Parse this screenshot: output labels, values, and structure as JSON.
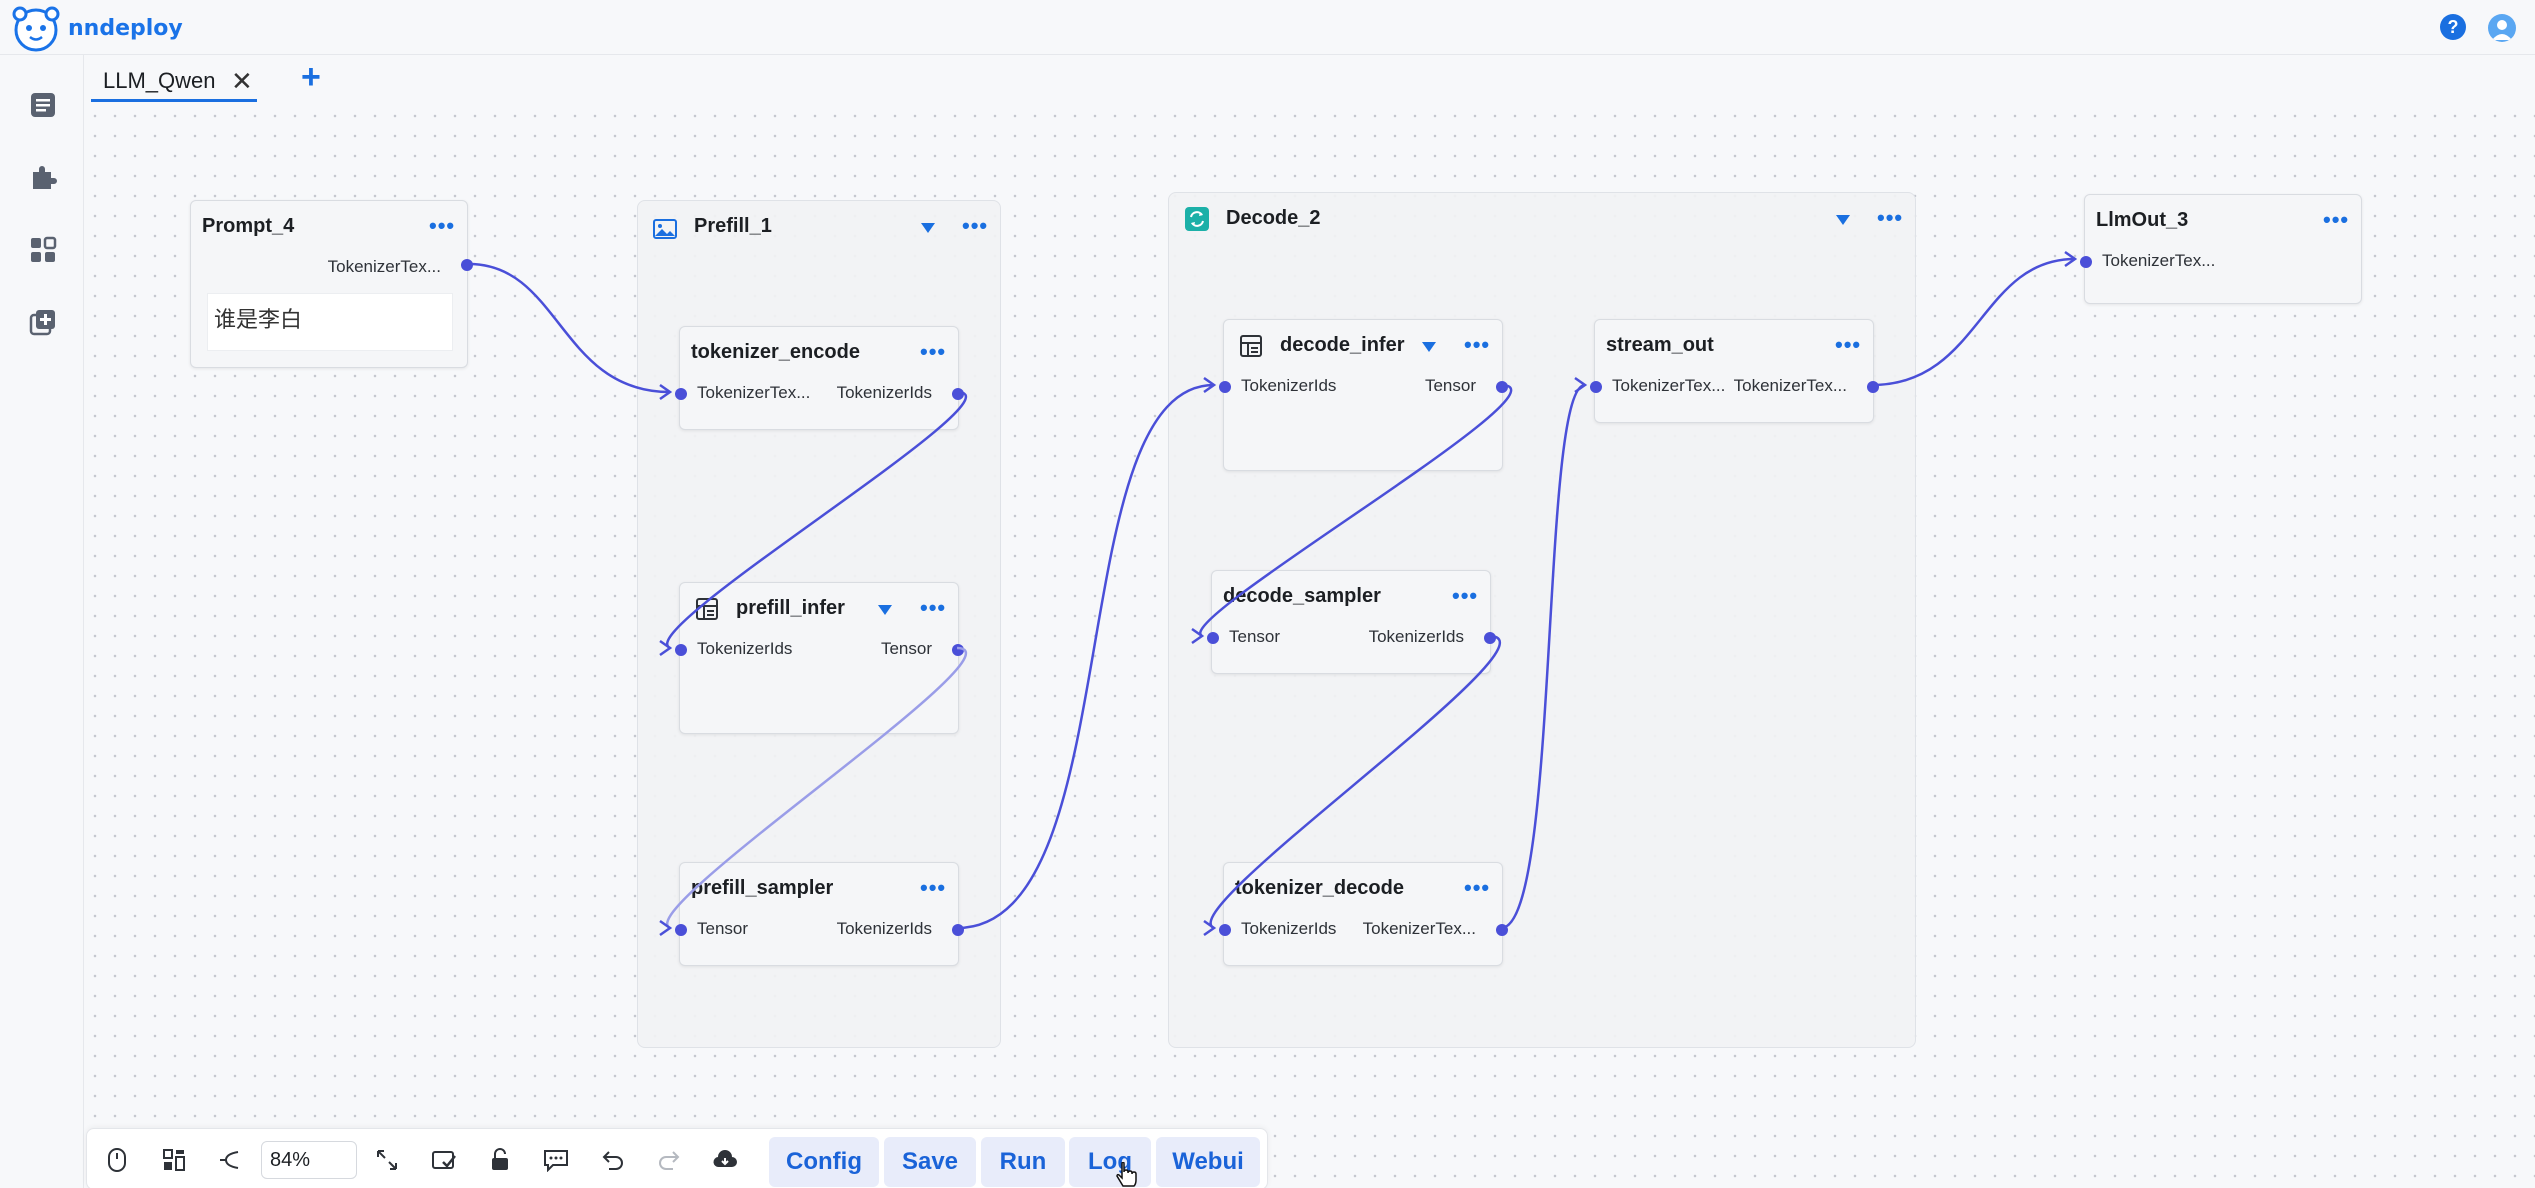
{
  "app": {
    "logo_text": "nndeploy",
    "help_label": "?"
  },
  "tabs": [
    {
      "label": "LLM_Qwen",
      "close": "✕"
    }
  ],
  "tab_add": "+",
  "sidebar": [
    {
      "name": "workflow-list",
      "icon": "document-icon"
    },
    {
      "name": "plugins",
      "icon": "puzzle-icon"
    },
    {
      "name": "templates",
      "icon": "grid-icon"
    },
    {
      "name": "add-node",
      "icon": "add-square-icon"
    }
  ],
  "nodes": {
    "prompt": {
      "title": "Prompt_4",
      "output": "TokenizerTex...",
      "text": "谁是李白",
      "more": "•••"
    },
    "prefill_group": {
      "title": "Prefill_1",
      "more": "•••"
    },
    "tokenizer_encode": {
      "title": "tokenizer_encode",
      "input": "TokenizerTex...",
      "output": "TokenizerIds",
      "more": "•••"
    },
    "prefill_infer": {
      "title": "prefill_infer",
      "input": "TokenizerIds",
      "output": "Tensor",
      "more": "•••"
    },
    "prefill_sampler": {
      "title": "prefill_sampler",
      "input": "Tensor",
      "output": "TokenizerIds",
      "more": "•••"
    },
    "decode_group": {
      "title": "Decode_2",
      "more": "•••"
    },
    "decode_infer": {
      "title": "decode_infer",
      "input": "TokenizerIds",
      "output": "Tensor",
      "more": "•••"
    },
    "decode_sampler": {
      "title": "decode_sampler",
      "input": "Tensor",
      "output": "TokenizerIds",
      "more": "•••"
    },
    "tokenizer_decode": {
      "title": "tokenizer_decode",
      "input": "TokenizerIds",
      "output": "TokenizerTex...",
      "more": "•••"
    },
    "stream_out": {
      "title": "stream_out",
      "input": "TokenizerTex...",
      "output": "TokenizerTex...",
      "more": "•••"
    },
    "llmout": {
      "title": "LlmOut_3",
      "input": "TokenizerTex...",
      "more": "•••"
    }
  },
  "toolbar": {
    "zoom": "84%",
    "buttons": {
      "config": "Config",
      "save": "Save",
      "run": "Run",
      "log": "Log",
      "webui": "Webui"
    }
  },
  "colors": {
    "accent": "#1a6fe0",
    "wire": "#4a4fd8",
    "port": "#4a4fd8",
    "button_bg": "#e8ecfa"
  }
}
